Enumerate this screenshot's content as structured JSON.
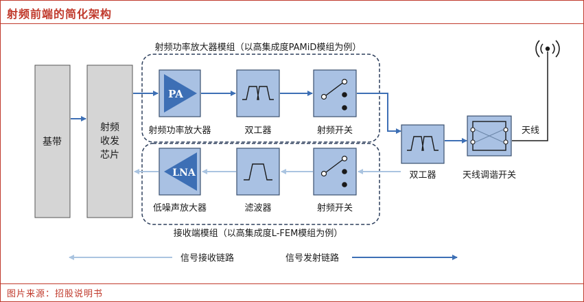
{
  "header": {
    "title": "射频前端的简化架构"
  },
  "footer": {
    "source": "图片来源：招股说明书"
  },
  "diagram": {
    "pamid_module_label": "射频功率放大器模组（以高集成度PAMiD模组为例）",
    "lfem_module_label": "接收端模组（以高集成度L-FEM模组为例）",
    "blocks": {
      "baseband": "基带",
      "transceiver": [
        "射频",
        "收发",
        "芯片"
      ],
      "pa_symbol": "PA",
      "pa_caption": "射频功率放大器",
      "duplexer_caption": "双工器",
      "tx_switch_caption": "射频开关",
      "lna_symbol": "LNA",
      "lna_caption": "低噪声放大器",
      "filter_caption": "滤波器",
      "rx_switch_caption": "射频开关",
      "main_duplexer_caption": "双工器",
      "tuner_caption": "天线调谐开关",
      "antenna_label": "天线"
    },
    "legend": {
      "receive_label": "信号接收链路",
      "transmit_label": "信号发射链路"
    },
    "colors": {
      "tx_blue": "#3d6fb5",
      "rx_light": "#aac4e0",
      "block_fill": "#a9c1e3",
      "block_border": "#3a4f6e",
      "gray_fill": "#d5d5d5",
      "title_red": "#c0392b"
    }
  }
}
